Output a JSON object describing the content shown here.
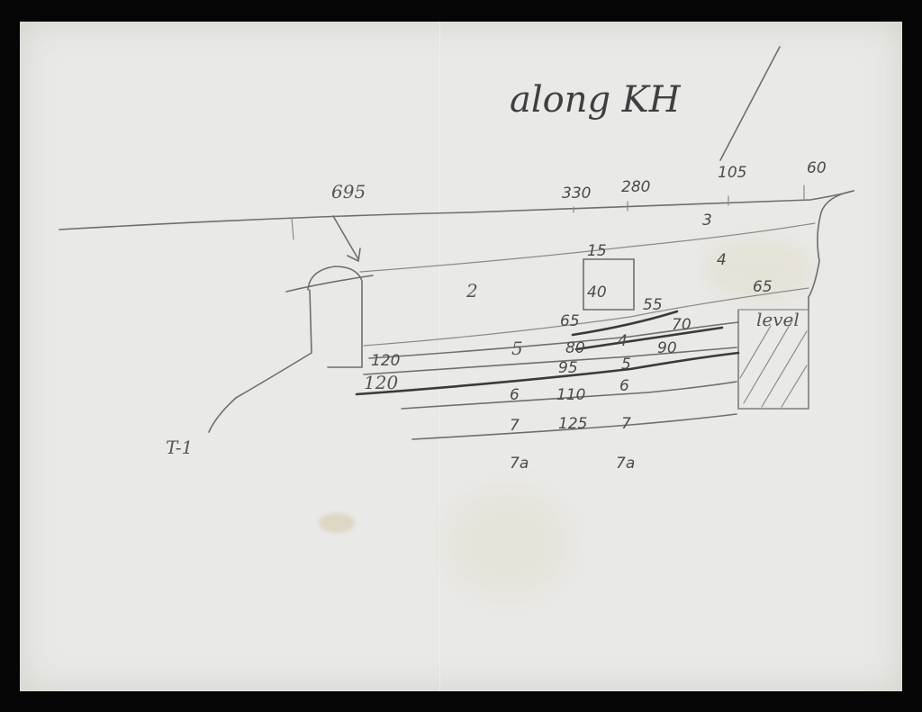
{
  "title": "along KH",
  "top_markers": [
    "695",
    "330",
    "280",
    "105",
    "60"
  ],
  "layer_numbers": [
    "2",
    "3",
    "4",
    "4",
    "5",
    "5",
    "6",
    "6",
    "7",
    "7",
    "7a",
    "7a"
  ],
  "depth_labels": [
    "15",
    "40",
    "55",
    "65",
    "65",
    "70",
    "80",
    "90",
    "95",
    "110",
    "120",
    "120",
    "125"
  ],
  "feature_labels": {
    "left_feature": "T-1",
    "right_block": "level"
  }
}
